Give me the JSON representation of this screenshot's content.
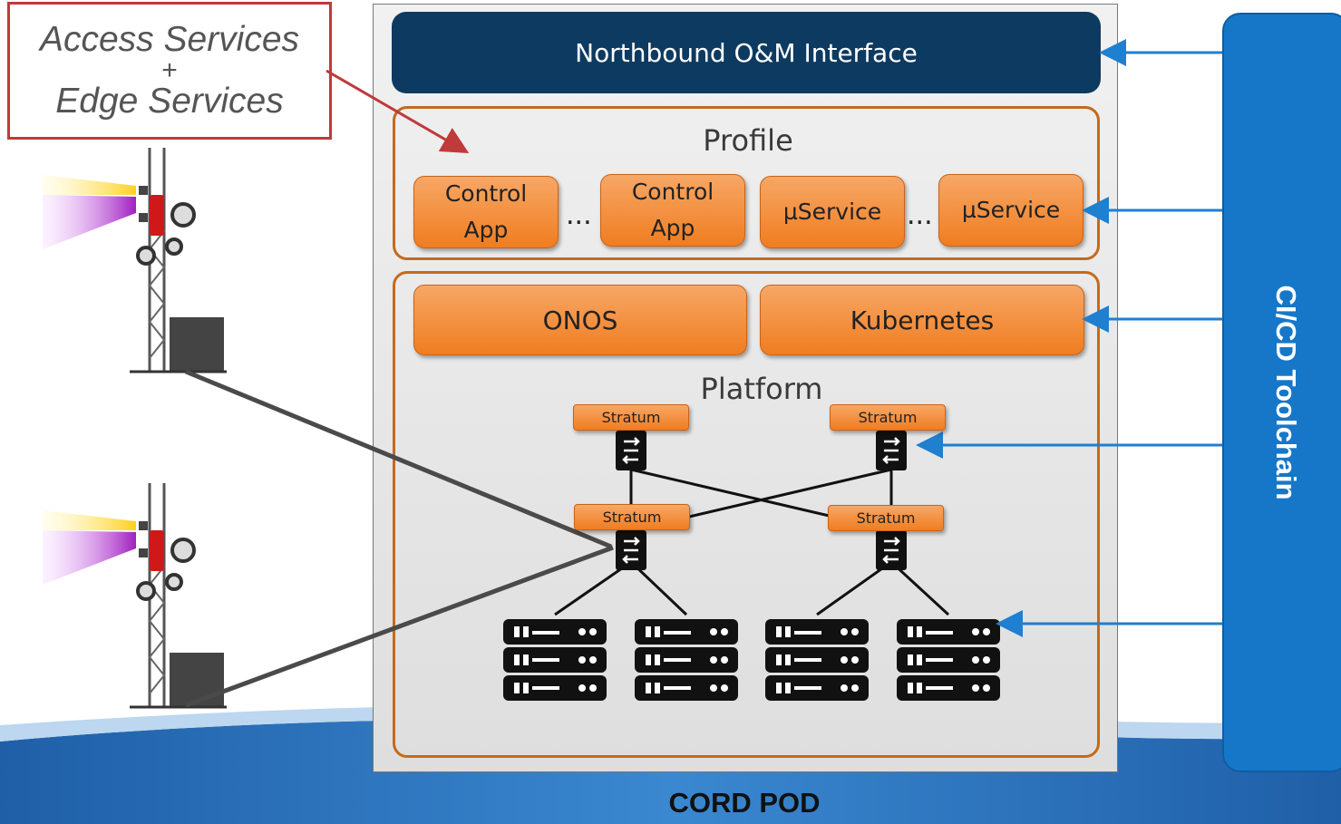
{
  "callout": {
    "line1": "Access Services",
    "plus": "+",
    "line2": "Edge Services"
  },
  "pod": {
    "northbound_label": "Northbound O&M Interface",
    "profile_title": "Profile",
    "profile_items": [
      "Control\nApp",
      "Control\nApp",
      "µService",
      "µService"
    ],
    "ellipsis": "...",
    "platform_title": "Platform",
    "onos_label": "ONOS",
    "kubernetes_label": "Kubernetes",
    "stratum_label": "Stratum",
    "caption": "CORD POD"
  },
  "toolchain": {
    "label": "CI/CD Toolchain"
  },
  "colors": {
    "northbound": "#0d3a60",
    "orange_border": "#c46a1c",
    "toolchain": "#1677c9",
    "callout_border": "#c0393b",
    "arrow": "#1f7fd0"
  }
}
